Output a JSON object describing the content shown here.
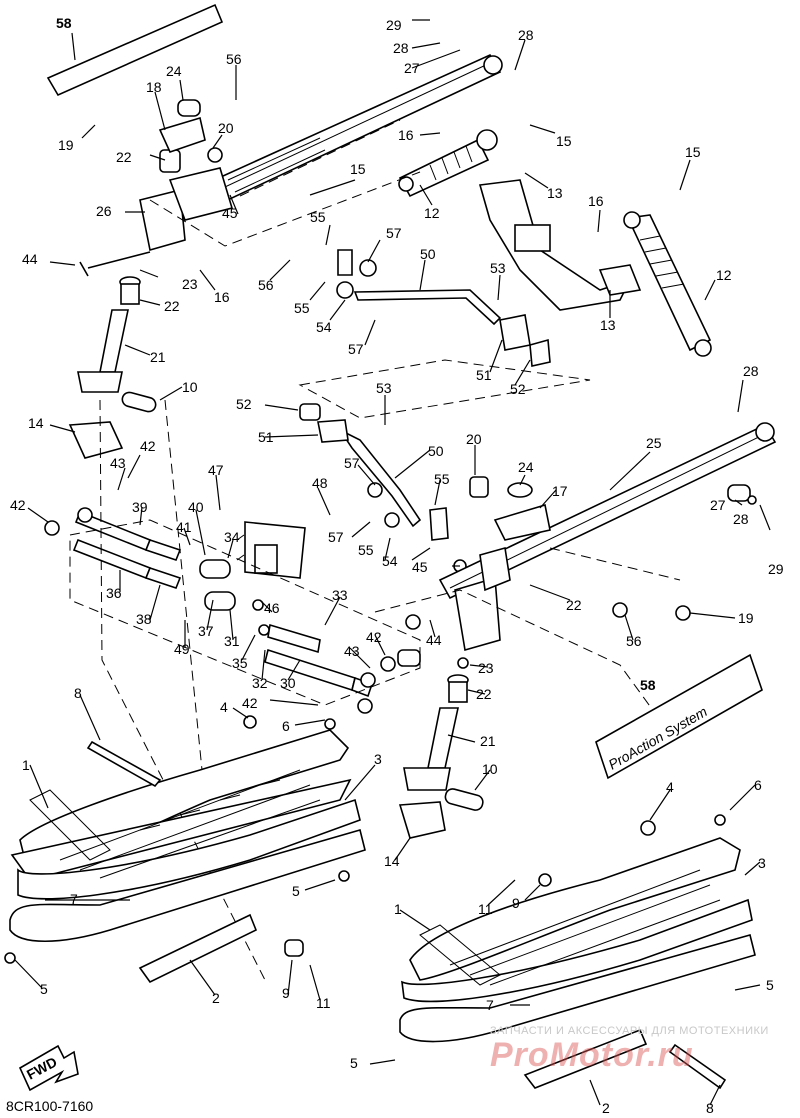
{
  "diagram": {
    "ref_code": "8CR100-7160",
    "fwd_label": "FWD",
    "logo_text": "ProAction System",
    "watermark_top": "ЗАПЧАСТИ И АКСЕССУАРЫ ДЛЯ МОТОТЕХНИКИ",
    "watermark_main": "ProMotor.ru",
    "callouts": [
      {
        "id": "c58a",
        "text": "58"
      },
      {
        "id": "c29a",
        "text": "29"
      },
      {
        "id": "c28a",
        "text": "28"
      },
      {
        "id": "c28b",
        "text": "28"
      },
      {
        "id": "c27a",
        "text": "27"
      },
      {
        "id": "c24a",
        "text": "24"
      },
      {
        "id": "c56a",
        "text": "56"
      },
      {
        "id": "c18a",
        "text": "18"
      },
      {
        "id": "c19a",
        "text": "19"
      },
      {
        "id": "c20a",
        "text": "20"
      },
      {
        "id": "c16a",
        "text": "16"
      },
      {
        "id": "c15a",
        "text": "15"
      },
      {
        "id": "c22a",
        "text": "22"
      },
      {
        "id": "c15b",
        "text": "15"
      },
      {
        "id": "c15c",
        "text": "15"
      },
      {
        "id": "c13a",
        "text": "13"
      },
      {
        "id": "c26a",
        "text": "26"
      },
      {
        "id": "c45a",
        "text": "45"
      },
      {
        "id": "c12a",
        "text": "12"
      },
      {
        "id": "c16b",
        "text": "16"
      },
      {
        "id": "c55a",
        "text": "55"
      },
      {
        "id": "c57a",
        "text": "57"
      },
      {
        "id": "c44a",
        "text": "44"
      },
      {
        "id": "c23a",
        "text": "23"
      },
      {
        "id": "c50a",
        "text": "50"
      },
      {
        "id": "c12b",
        "text": "12"
      },
      {
        "id": "c56b",
        "text": "56"
      },
      {
        "id": "c16c",
        "text": "16"
      },
      {
        "id": "c53a",
        "text": "53"
      },
      {
        "id": "c22b",
        "text": "22"
      },
      {
        "id": "c55b",
        "text": "55"
      },
      {
        "id": "c54a",
        "text": "54"
      },
      {
        "id": "c13b",
        "text": "13"
      },
      {
        "id": "c57b",
        "text": "57"
      },
      {
        "id": "c51a",
        "text": "51"
      },
      {
        "id": "c52a",
        "text": "52"
      },
      {
        "id": "c21a",
        "text": "21"
      },
      {
        "id": "c10a",
        "text": "10"
      },
      {
        "id": "c28c",
        "text": "28"
      },
      {
        "id": "c52b",
        "text": "52"
      },
      {
        "id": "c53b",
        "text": "53"
      },
      {
        "id": "c14a",
        "text": "14"
      },
      {
        "id": "c51b",
        "text": "51"
      },
      {
        "id": "c50b",
        "text": "50"
      },
      {
        "id": "c25a",
        "text": "25"
      },
      {
        "id": "c42a",
        "text": "42"
      },
      {
        "id": "c43a",
        "text": "43"
      },
      {
        "id": "c20b",
        "text": "20"
      },
      {
        "id": "c57c",
        "text": "57"
      },
      {
        "id": "c55c",
        "text": "55"
      },
      {
        "id": "c24b",
        "text": "24"
      },
      {
        "id": "c17a",
        "text": "17"
      },
      {
        "id": "c47a",
        "text": "47"
      },
      {
        "id": "c48a",
        "text": "48"
      },
      {
        "id": "c42b",
        "text": "42"
      },
      {
        "id": "c39a",
        "text": "39"
      },
      {
        "id": "c40a",
        "text": "40"
      },
      {
        "id": "c27b",
        "text": "27"
      },
      {
        "id": "c41a",
        "text": "41"
      },
      {
        "id": "c34a",
        "text": "34"
      },
      {
        "id": "c57d",
        "text": "57"
      },
      {
        "id": "c55d",
        "text": "55"
      },
      {
        "id": "c54b",
        "text": "54"
      },
      {
        "id": "c28d",
        "text": "28"
      },
      {
        "id": "c29b",
        "text": "29"
      },
      {
        "id": "c45b",
        "text": "45"
      },
      {
        "id": "c36a",
        "text": "36"
      },
      {
        "id": "c22c",
        "text": "22"
      },
      {
        "id": "c38a",
        "text": "38"
      },
      {
        "id": "c46a",
        "text": "46"
      },
      {
        "id": "c33a",
        "text": "33"
      },
      {
        "id": "c19b",
        "text": "19"
      },
      {
        "id": "c49a",
        "text": "49"
      },
      {
        "id": "c37a",
        "text": "37"
      },
      {
        "id": "c31a",
        "text": "31"
      },
      {
        "id": "c44b",
        "text": "44"
      },
      {
        "id": "c56c",
        "text": "56"
      },
      {
        "id": "c42c",
        "text": "42"
      },
      {
        "id": "c35a",
        "text": "35"
      },
      {
        "id": "c43b",
        "text": "43"
      },
      {
        "id": "c23b",
        "text": "23"
      },
      {
        "id": "c32a",
        "text": "32"
      },
      {
        "id": "c30a",
        "text": "30"
      },
      {
        "id": "c22d",
        "text": "22"
      },
      {
        "id": "c8a",
        "text": "8"
      },
      {
        "id": "c42d",
        "text": "42"
      },
      {
        "id": "c58b",
        "text": "58"
      },
      {
        "id": "c4a",
        "text": "4"
      },
      {
        "id": "c6a",
        "text": "6"
      },
      {
        "id": "c21b",
        "text": "21"
      },
      {
        "id": "c1a",
        "text": "1"
      },
      {
        "id": "c3a",
        "text": "3"
      },
      {
        "id": "c10b",
        "text": "10"
      },
      {
        "id": "c4b",
        "text": "4"
      },
      {
        "id": "c6b",
        "text": "6"
      },
      {
        "id": "c14b",
        "text": "14"
      },
      {
        "id": "c5a",
        "text": "5"
      },
      {
        "id": "c7a",
        "text": "7"
      },
      {
        "id": "c11a",
        "text": "11"
      },
      {
        "id": "c9a",
        "text": "9"
      },
      {
        "id": "c1b",
        "text": "1"
      },
      {
        "id": "c3b",
        "text": "3"
      },
      {
        "id": "c5b",
        "text": "5"
      },
      {
        "id": "c9b",
        "text": "9"
      },
      {
        "id": "c11b",
        "text": "11"
      },
      {
        "id": "c2a",
        "text": "2"
      },
      {
        "id": "c7b",
        "text": "7"
      },
      {
        "id": "c5c",
        "text": "5"
      },
      {
        "id": "c5d",
        "text": "5"
      },
      {
        "id": "c2b",
        "text": "2"
      },
      {
        "id": "c8b",
        "text": "8"
      }
    ]
  }
}
